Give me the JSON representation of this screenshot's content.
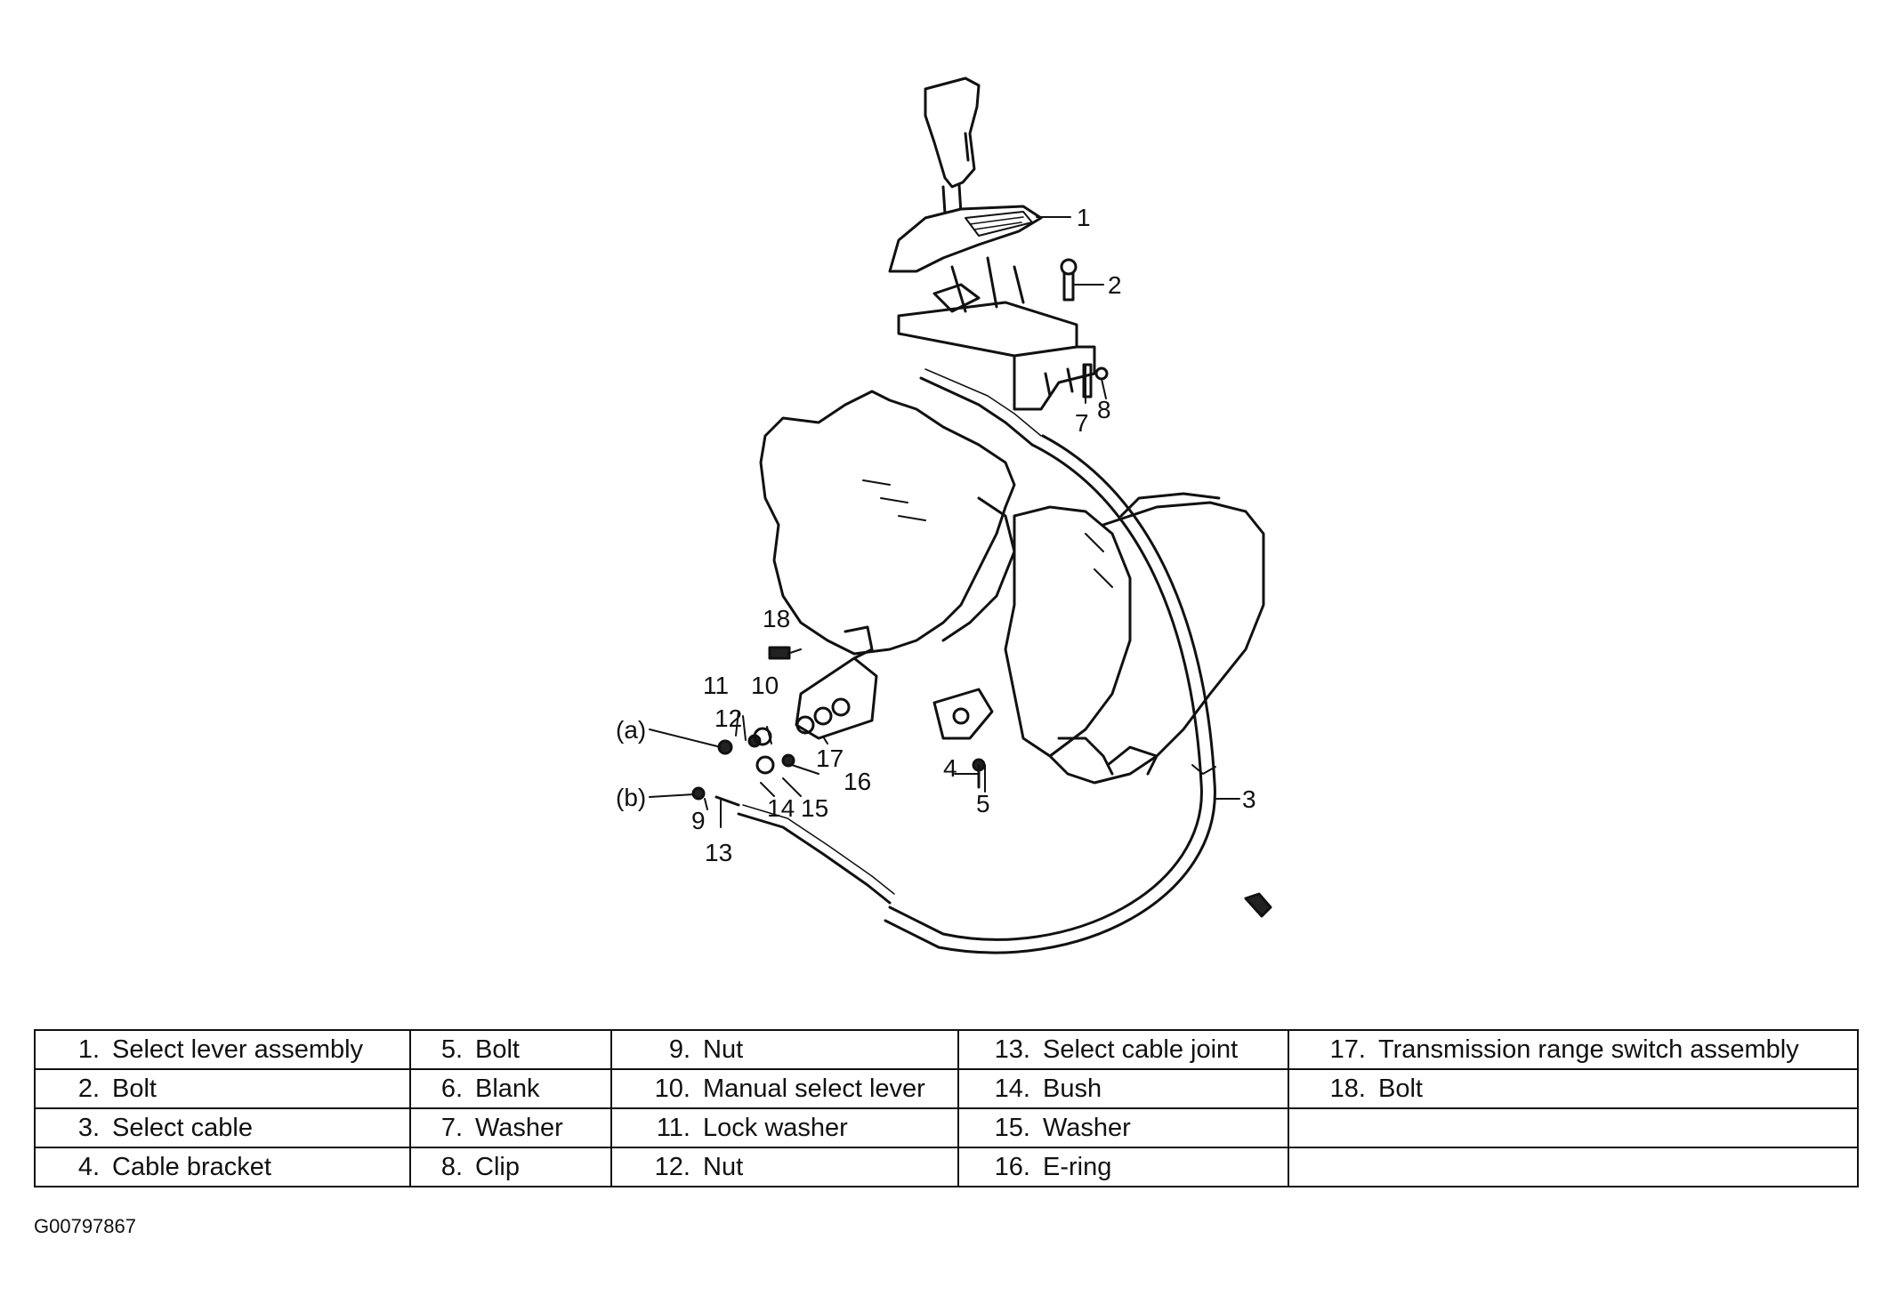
{
  "diagram": {
    "callouts": [
      "1",
      "2",
      "3",
      "4",
      "5",
      "7",
      "8",
      "9",
      "10",
      "11",
      "12",
      "13",
      "14",
      "15",
      "16",
      "17",
      "18",
      "(a)",
      "(b)"
    ]
  },
  "legend": {
    "rows": [
      [
        {
          "n": "1.",
          "t": "Select lever assembly"
        },
        {
          "n": "5.",
          "t": "Bolt"
        },
        {
          "n": "9.",
          "t": "Nut"
        },
        {
          "n": "13.",
          "t": "Select cable joint"
        },
        {
          "n": "17.",
          "t": "Transmission range switch assembly"
        }
      ],
      [
        {
          "n": "2.",
          "t": "Bolt"
        },
        {
          "n": "6.",
          "t": "Blank"
        },
        {
          "n": "10.",
          "t": "Manual select lever"
        },
        {
          "n": "14.",
          "t": "Bush"
        },
        {
          "n": "18.",
          "t": "Bolt"
        }
      ],
      [
        {
          "n": "3.",
          "t": "Select cable"
        },
        {
          "n": "7.",
          "t": "Washer"
        },
        {
          "n": "11.",
          "t": "Lock washer"
        },
        {
          "n": "15.",
          "t": "Washer"
        },
        {
          "n": "",
          "t": ""
        }
      ],
      [
        {
          "n": "4.",
          "t": "Cable bracket"
        },
        {
          "n": "8.",
          "t": "Clip"
        },
        {
          "n": "12.",
          "t": "Nut"
        },
        {
          "n": "16.",
          "t": "E-ring"
        },
        {
          "n": "",
          "t": ""
        }
      ]
    ]
  },
  "figure_id": "G00797867"
}
